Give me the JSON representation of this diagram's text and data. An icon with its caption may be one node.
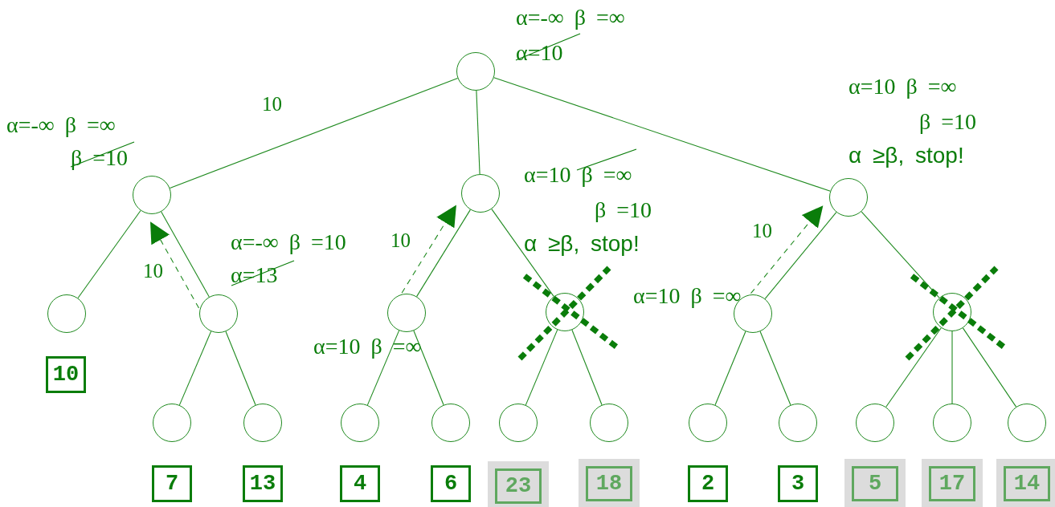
{
  "diagram": {
    "nodes": [
      {
        "text": [],
        "shape": "circle",
        "beside": [
          "α=-∞ β =∞",
          "α=10"
        ]
      },
      {
        "text": [],
        "shape": "circle",
        "beside": [
          "α=-∞ β =∞",
          "β =10"
        ]
      },
      {
        "text": [],
        "shape": "circle",
        "beside": [
          "α=10 β =∞",
          "β =10",
          "α ≥β, stop!"
        ]
      },
      {
        "text": [],
        "shape": "circle",
        "beside": [
          "α=10 β =∞",
          "β =10",
          "α ≥β, stop!"
        ]
      },
      {
        "text": [],
        "shape": "circle"
      },
      {
        "text": [],
        "shape": "circle",
        "beside": [
          "α=-∞ β =10",
          "α=13"
        ]
      },
      {
        "text": [],
        "shape": "circle",
        "beside": [
          "α=10 β =∞"
        ]
      },
      {
        "text": [],
        "shape": "circle"
      },
      {
        "text": [],
        "shape": "circle",
        "beside": [
          "α=10 β =∞"
        ]
      },
      {
        "text": [],
        "shape": "circle"
      },
      {
        "text": [],
        "shape": "circle"
      },
      {
        "text": [],
        "shape": "circle"
      },
      {
        "text": [],
        "shape": "circle"
      },
      {
        "text": [],
        "shape": "circle"
      },
      {
        "text": [],
        "shape": "circle"
      },
      {
        "text": [],
        "shape": "circle"
      },
      {
        "text": [],
        "shape": "circle"
      },
      {
        "text": [],
        "shape": "circle"
      },
      {
        "text": [],
        "shape": "circle"
      },
      {
        "text": [],
        "shape": "circle"
      },
      {
        "text": [],
        "shape": "circle"
      },
      {
        "text": [
          "10"
        ]
      },
      {
        "text": [
          "7"
        ]
      },
      {
        "text": [
          "13"
        ]
      },
      {
        "text": [
          "4"
        ]
      },
      {
        "text": [
          "6"
        ]
      },
      {
        "text": [
          "23"
        ]
      },
      {
        "text": [
          "18"
        ]
      },
      {
        "text": [
          "2"
        ]
      },
      {
        "text": [
          "3"
        ]
      },
      {
        "text": [
          "5"
        ]
      },
      {
        "text": [
          "17"
        ]
      },
      {
        "text": [
          "14"
        ]
      }
    ],
    "edges": [
      {
        "from": 0,
        "to": 1,
        "arrow": "none",
        "label": "10"
      },
      {
        "from": 0,
        "to": 2,
        "arrow": "none"
      },
      {
        "from": 0,
        "to": 3,
        "arrow": "none"
      },
      {
        "from": 1,
        "to": 4,
        "arrow": "none"
      },
      {
        "from": 1,
        "to": 5,
        "arrow": "none"
      },
      {
        "from": 2,
        "to": 6,
        "arrow": "none"
      },
      {
        "from": 2,
        "to": 7,
        "arrow": "none"
      },
      {
        "from": 3,
        "to": 8,
        "arrow": "none"
      },
      {
        "from": 3,
        "to": 9,
        "arrow": "none"
      },
      {
        "from": 5,
        "to": 10,
        "arrow": "none"
      },
      {
        "from": 5,
        "to": 11,
        "arrow": "none"
      },
      {
        "from": 6,
        "to": 12,
        "arrow": "none"
      },
      {
        "from": 6,
        "to": 13,
        "arrow": "none"
      },
      {
        "from": 7,
        "to": 14,
        "arrow": "none"
      },
      {
        "from": 7,
        "to": 15,
        "arrow": "none"
      },
      {
        "from": 8,
        "to": 16,
        "arrow": "none"
      },
      {
        "from": 8,
        "to": 17,
        "arrow": "none"
      },
      {
        "from": 9,
        "to": 18,
        "arrow": "none"
      },
      {
        "from": 9,
        "to": 19,
        "arrow": "none"
      },
      {
        "from": 9,
        "to": 20,
        "arrow": "none"
      },
      {
        "from": 5,
        "to": 1,
        "arrow": "to",
        "style": "dashed",
        "label": "10"
      },
      {
        "from": 6,
        "to": 2,
        "arrow": "to",
        "style": "dashed",
        "label": "10"
      },
      {
        "from": 8,
        "to": 3,
        "arrow": "to",
        "style": "dashed",
        "label": "10"
      }
    ]
  }
}
